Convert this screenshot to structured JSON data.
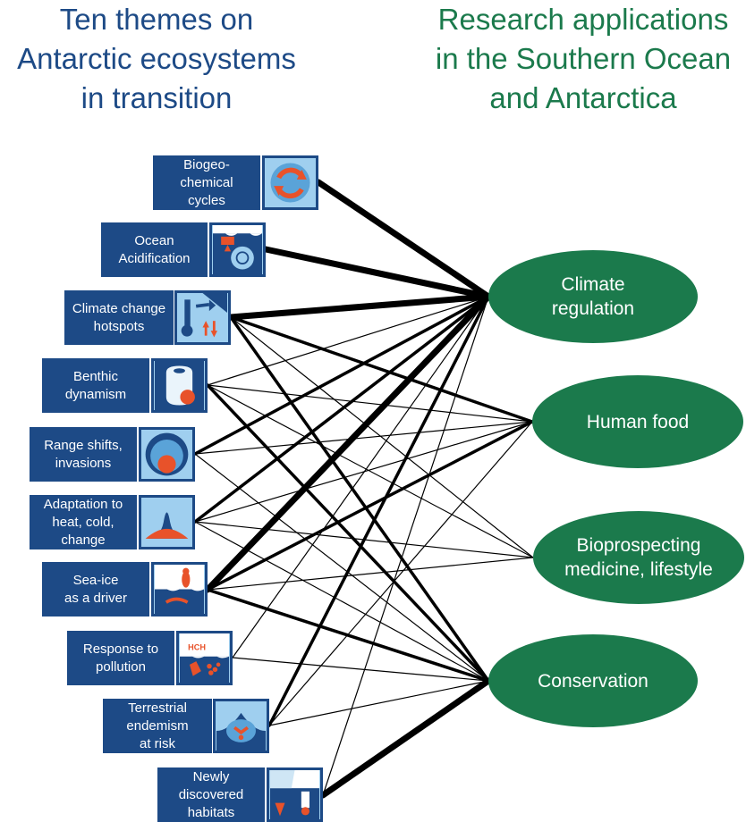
{
  "headings": {
    "left": [
      "Ten themes on",
      "Antarctic ecosystems",
      "in transition"
    ],
    "right": [
      "Research applications",
      "in the Southern Ocean",
      "and Antarctica"
    ]
  },
  "themes": [
    {
      "lines": [
        "Biogeo-",
        "chemical",
        "cycles"
      ],
      "icon": "cycle-arrows-icon"
    },
    {
      "lines": [
        "Ocean",
        "Acidification"
      ],
      "icon": "shell-acid-icon"
    },
    {
      "lines": [
        "Climate change",
        "hotspots"
      ],
      "icon": "thermometer-icon"
    },
    {
      "lines": [
        "Benthic",
        "dynamism"
      ],
      "icon": "benthic-icon"
    },
    {
      "lines": [
        "Range shifts,",
        "invasions"
      ],
      "icon": "range-circles-icon"
    },
    {
      "lines": [
        "Adaptation to",
        "heat, cold,",
        "change"
      ],
      "icon": "adaptation-curve-icon"
    },
    {
      "lines": [
        "Sea-ice",
        "as a driver"
      ],
      "icon": "penguin-krill-icon"
    },
    {
      "lines": [
        "Response to",
        "pollution"
      ],
      "icon": "pollution-icon",
      "icon_text": "HCH"
    },
    {
      "lines": [
        "Terrestrial",
        "endemism",
        "at risk"
      ],
      "icon": "terrestrial-icon"
    },
    {
      "lines": [
        "Newly",
        "discovered",
        "habitats"
      ],
      "icon": "habitats-icon"
    }
  ],
  "applications": [
    {
      "lines": [
        "Climate",
        "regulation"
      ]
    },
    {
      "lines": [
        "Human food"
      ]
    },
    {
      "lines": [
        "Bioprospecting",
        "medicine, lifestyle"
      ]
    },
    {
      "lines": [
        "Conservation"
      ]
    }
  ],
  "links": [
    {
      "theme": 0,
      "app": 0,
      "weight": "thick"
    },
    {
      "theme": 1,
      "app": 0,
      "weight": "thick"
    },
    {
      "theme": 2,
      "app": 0,
      "weight": "thick"
    },
    {
      "theme": 2,
      "app": 1,
      "weight": "medium"
    },
    {
      "theme": 2,
      "app": 2,
      "weight": "thin"
    },
    {
      "theme": 2,
      "app": 3,
      "weight": "medium"
    },
    {
      "theme": 3,
      "app": 0,
      "weight": "thin"
    },
    {
      "theme": 3,
      "app": 1,
      "weight": "thin"
    },
    {
      "theme": 3,
      "app": 2,
      "weight": "thin"
    },
    {
      "theme": 3,
      "app": 3,
      "weight": "medium"
    },
    {
      "theme": 4,
      "app": 0,
      "weight": "medium"
    },
    {
      "theme": 4,
      "app": 1,
      "weight": "thin"
    },
    {
      "theme": 4,
      "app": 3,
      "weight": "thin"
    },
    {
      "theme": 5,
      "app": 0,
      "weight": "medium"
    },
    {
      "theme": 5,
      "app": 1,
      "weight": "thin"
    },
    {
      "theme": 5,
      "app": 2,
      "weight": "thin"
    },
    {
      "theme": 5,
      "app": 3,
      "weight": "thin"
    },
    {
      "theme": 6,
      "app": 0,
      "weight": "thick"
    },
    {
      "theme": 6,
      "app": 1,
      "weight": "medium"
    },
    {
      "theme": 6,
      "app": 2,
      "weight": "thin"
    },
    {
      "theme": 6,
      "app": 3,
      "weight": "medium"
    },
    {
      "theme": 7,
      "app": 0,
      "weight": "thin"
    },
    {
      "theme": 7,
      "app": 3,
      "weight": "thin"
    },
    {
      "theme": 8,
      "app": 0,
      "weight": "medium"
    },
    {
      "theme": 8,
      "app": 1,
      "weight": "thin"
    },
    {
      "theme": 8,
      "app": 3,
      "weight": "thin"
    },
    {
      "theme": 9,
      "app": 0,
      "weight": "thin"
    },
    {
      "theme": 9,
      "app": 3,
      "weight": "thick"
    }
  ],
  "colors": {
    "theme_blue": "#1d4a86",
    "icon_light_blue": "#9fcfef",
    "icon_orange": "#e8522a",
    "app_green": "#1b7a4c",
    "heading_green": "#1b7a4c",
    "link": "#000000"
  }
}
